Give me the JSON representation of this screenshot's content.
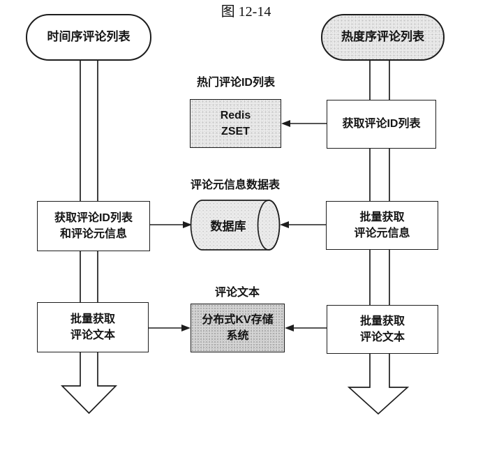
{
  "figure": {
    "caption": "图 12-14"
  },
  "terminals": {
    "time_ordered": "时间序评论列表",
    "hot_ordered": "热度序评论列表"
  },
  "labels": {
    "hot_comment_ids": "热门评论ID列表",
    "comment_meta_table": "评论元信息数据表",
    "comment_text": "评论文本"
  },
  "stores": {
    "redis_zset": "Redis\nZSET",
    "database": "数据库",
    "kv_system": "分布式KV存储\n系统"
  },
  "steps": {
    "get_comment_id_list": "获取评论ID列表",
    "get_ids_and_meta": "获取评论ID列表\n和评论元信息",
    "batch_get_meta": "批量获取\n评论元信息",
    "batch_get_text_left": "批量获取\n评论文本",
    "batch_get_text_right": "批量获取\n评论文本"
  }
}
